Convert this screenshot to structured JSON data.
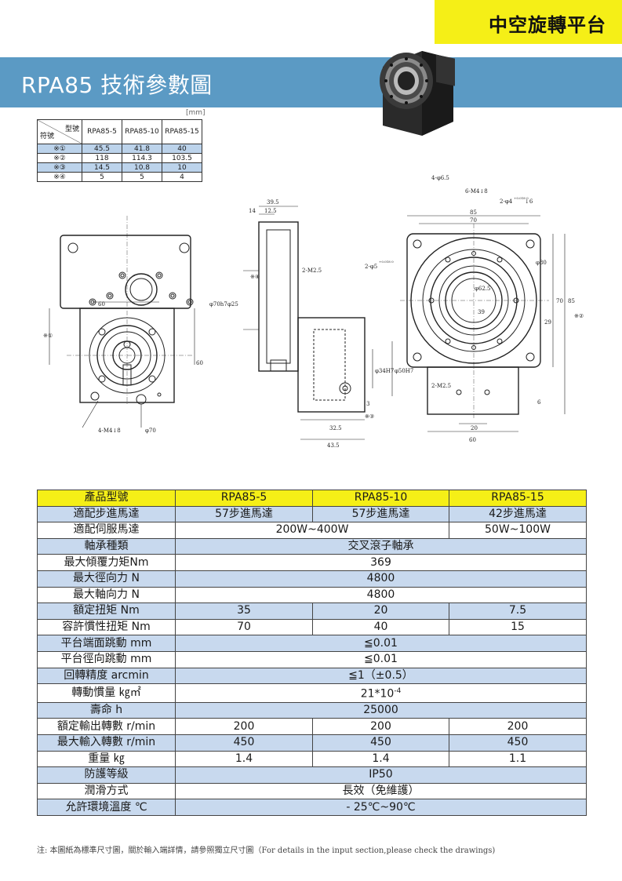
{
  "header": {
    "tag": "中空旋轉平台",
    "title": "RPA85 技術參數圖"
  },
  "dim_table": {
    "unit": "[mm]",
    "corner_top": "型號",
    "corner_bottom": "符號",
    "headers": [
      "RPA85-5",
      "RPA85-10",
      "RPA85-15"
    ],
    "rows": [
      {
        "sym": "※①",
        "vals": [
          "45.5",
          "41.8",
          "40"
        ]
      },
      {
        "sym": "※②",
        "vals": [
          "118",
          "114.3",
          "103.5"
        ]
      },
      {
        "sym": "※③",
        "vals": [
          "14.5",
          "10.8",
          "10"
        ]
      },
      {
        "sym": "※④",
        "vals": [
          "5",
          "5",
          "4"
        ]
      }
    ]
  },
  "drawing_labels": {
    "d39_5": "39.5",
    "d14": "14",
    "d12_5": "12.5",
    "m2_5a": "2-M2.5",
    "m2_5b": "2-M2.5",
    "phi6_5": "4-φ6.5",
    "m4_8top": "6-M4↓8",
    "pin": "2-φ4",
    "pin_tol": "+0.018 0",
    "pin_depth": "↓6",
    "hole5": "2-φ5",
    "hole5_tol": "+0.018 0",
    "d85": "85",
    "d70": "70",
    "phi80": "φ80",
    "phi62_5": "φ62.5",
    "d39": "39",
    "d70v": "70",
    "d85v": "85",
    "d29": "29",
    "mark2": "※②",
    "mark1": "※①",
    "d60": "60",
    "d60b": "60",
    "d60c": "60",
    "m4_8left": "4-M4↓8",
    "phi70": "φ70",
    "phi25": "φ25",
    "phi70h7": "φ70h7",
    "d32_5": "32.5",
    "d43_5": "43.5",
    "phi34h7": "φ34H7",
    "phi50h7": "φ50H7",
    "d20": "20",
    "d6": "6",
    "d3": "3",
    "mark3": "※③",
    "mark4": "※④"
  },
  "spec_table": {
    "header": {
      "label": "產品型號",
      "cols": [
        "RPA85-5",
        "RPA85-10",
        "RPA85-15"
      ]
    },
    "rows": [
      {
        "label": "適配步進馬達",
        "vals": [
          "57步進馬達",
          "57步進馬達",
          "42步進馬達"
        ]
      },
      {
        "label": "適配伺服馬達",
        "span2": "200W~400W",
        "last": "50W~100W"
      },
      {
        "label": "軸承種類",
        "all": "交叉滾子軸承"
      },
      {
        "label": "最大傾覆力矩Nm",
        "all": "369"
      },
      {
        "label": "最大徑向力 N",
        "all": "4800"
      },
      {
        "label": "最大軸向力 N",
        "all": "4800"
      },
      {
        "label": "額定扭矩 Nm",
        "vals": [
          "35",
          "20",
          "7.5"
        ]
      },
      {
        "label": "容許慣性扭矩 Nm",
        "vals": [
          "70",
          "40",
          "15"
        ]
      },
      {
        "label": "平台端面跳動 mm",
        "all": "≦0.01"
      },
      {
        "label": "平台徑向跳動 mm",
        "all": "≦0.01"
      },
      {
        "label": "回轉精度 arcmin",
        "all": "≦1（±0.5）"
      },
      {
        "label": "轉動慣量 ㎏㎡",
        "all": "21*10",
        "sup": "-4"
      },
      {
        "label": "壽命 h",
        "all": "25000"
      },
      {
        "label": "額定輸出轉數 r/min",
        "vals": [
          "200",
          "200",
          "200"
        ]
      },
      {
        "label": "最大輸入轉數 r/min",
        "vals": [
          "450",
          "450",
          "450"
        ]
      },
      {
        "label": "重量 ㎏",
        "vals": [
          "1.4",
          "1.4",
          "1.1"
        ]
      },
      {
        "label": "防護等級",
        "all": "IP50"
      },
      {
        "label": "潤滑方式",
        "all": "長效（免維護）"
      },
      {
        "label": "允許環境溫度 ℃",
        "all": "- 25℃~90℃"
      }
    ]
  },
  "note": "注:   本圖紙為標準尺寸圖，關於輸入端詳情，請參照獨立尺寸圖（For details in the input section,please check the drawings)"
}
